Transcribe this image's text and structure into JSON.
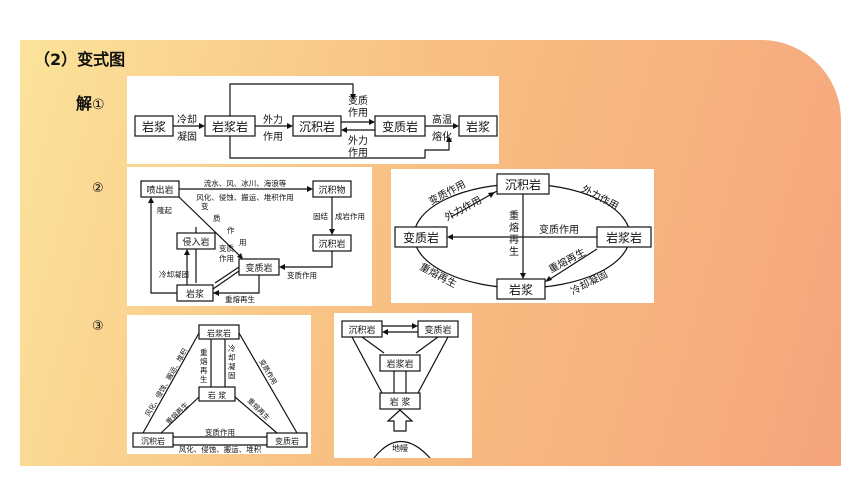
{
  "heading": "（2）变式图",
  "answer_label": "解",
  "markers": [
    "①",
    "②",
    "③"
  ],
  "diagram1": {
    "boxes": [
      "岩浆",
      "岩浆岩",
      "沉积岩",
      "变质岩",
      "岩浆"
    ],
    "labels": {
      "cooling": [
        "冷却",
        "凝固"
      ],
      "weathering": [
        "外力",
        "作用"
      ],
      "metamorphism": [
        "变质",
        "作用"
      ],
      "external": [
        "外力",
        "作用"
      ],
      "remelt": [
        "高温",
        "熔化"
      ]
    }
  },
  "diagram2a": {
    "boxes": {
      "extrusive": "喷出岩",
      "sediment": "沉积物",
      "intrusive": "侵入岩",
      "sedimentary": "沉积岩",
      "metamorphic": "变质岩",
      "magma": "岩浆"
    },
    "labels": {
      "top1": "流水、风、冰川、海浪等",
      "top2": "风化、侵蚀、搬运、堆积作用",
      "uplift": "隆起",
      "meta1": "变",
      "meta2": "质",
      "meta3": "作",
      "meta4": "用",
      "consolidate": "固结",
      "diagenesis": "成岩作用",
      "meta_mid": [
        "变质",
        "作用"
      ],
      "cool": "冷却凝固",
      "meta_bottom": "变质作用",
      "remelt": "重熔再生"
    }
  },
  "diagram2b": {
    "boxes": {
      "sed": "沉积岩",
      "meta": "变质岩",
      "igneous": "岩浆岩",
      "magma": "岩浆"
    },
    "labels": {
      "a": "变质作用",
      "b": "外力作用",
      "c": "外力作用",
      "d": [
        "重",
        "熔",
        "再",
        "生"
      ],
      "e": "变质作用",
      "f": "重熔再生",
      "g": "重熔再生",
      "h": "冷却凝固"
    }
  },
  "diagram3a": {
    "boxes": {
      "igneous": "岩浆岩",
      "magma": "岩 浆",
      "sed": "沉积岩",
      "meta": "变质岩"
    },
    "labels": {
      "remelt": [
        "重",
        "熔",
        "再",
        "生"
      ],
      "cool": [
        "冷",
        "却",
        "凝",
        "固"
      ],
      "leftOuter": "风化、侵蚀、搬运、堆积",
      "leftInner": "重熔再生",
      "rightOuter": "变质作用",
      "rightInner": "重熔再生",
      "bottomTop": "变质作用",
      "bottomBottom": "风化、侵蚀、搬运、堆积"
    }
  },
  "diagram3b": {
    "boxes": {
      "sed": "沉积岩",
      "meta": "变质岩",
      "igneous": "岩浆岩",
      "magma": "岩  浆"
    },
    "mantle": "地幔"
  }
}
